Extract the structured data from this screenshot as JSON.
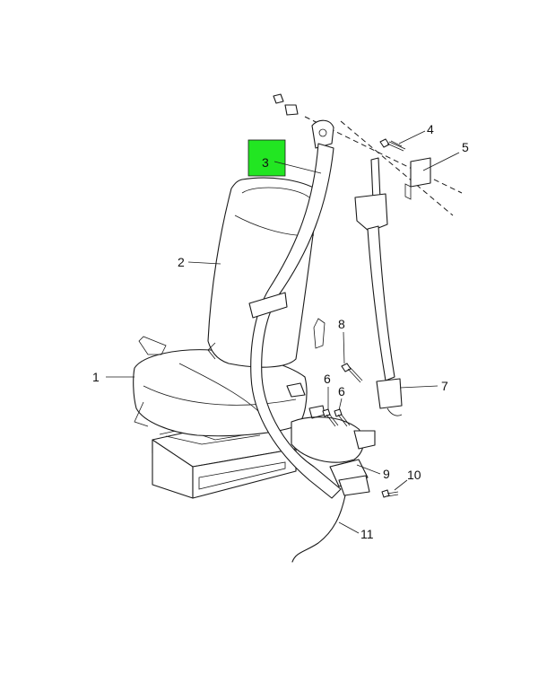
{
  "callouts": [
    {
      "id": "1",
      "text": "1"
    },
    {
      "id": "2",
      "text": "2"
    },
    {
      "id": "3",
      "text": "3",
      "highlighted": true
    },
    {
      "id": "4",
      "text": "4"
    },
    {
      "id": "5",
      "text": "5"
    },
    {
      "id": "6a",
      "text": "6"
    },
    {
      "id": "6b",
      "text": "6"
    },
    {
      "id": "7",
      "text": "7"
    },
    {
      "id": "8",
      "text": "8"
    },
    {
      "id": "9",
      "text": "9"
    },
    {
      "id": "10",
      "text": "10"
    },
    {
      "id": "11",
      "text": "11"
    }
  ],
  "colors": {
    "highlight": "#22e622",
    "line": "#1a1a1a",
    "background": "#ffffff"
  }
}
